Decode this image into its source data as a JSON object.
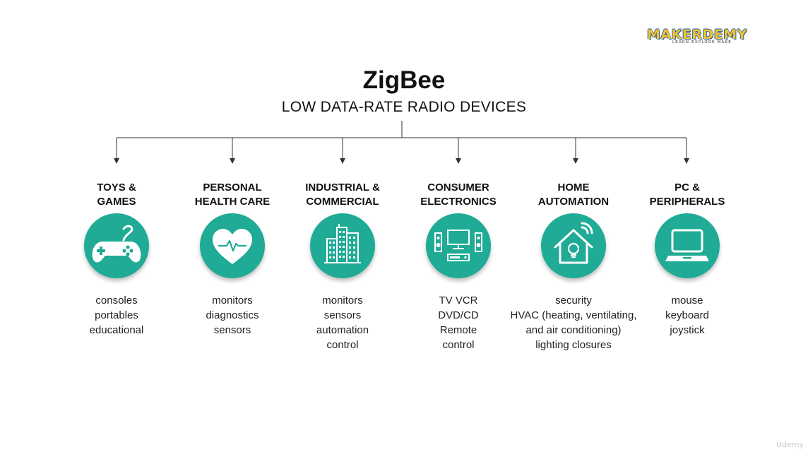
{
  "logo": {
    "name": "MAKERDEMY",
    "tagline": "LEARN EXPLORE MAKE"
  },
  "title": "ZigBee",
  "subtitle": "LOW DATA-RATE RADIO DEVICES",
  "colors": {
    "accent": "#1fab95",
    "text": "#111111",
    "logo_yellow": "#f2c230",
    "logo_blue": "#1d5fa8"
  },
  "categories": [
    {
      "label_lines": [
        "TOYS &",
        "GAMES"
      ],
      "icon": "gamepad-icon",
      "items": [
        "consoles",
        "portables",
        "educational"
      ]
    },
    {
      "label_lines": [
        "PERSONAL",
        "HEALTH CARE"
      ],
      "icon": "heartbeat-icon",
      "items": [
        "monitors",
        "diagnostics",
        "sensors"
      ]
    },
    {
      "label_lines": [
        "INDUSTRIAL &",
        "COMMERCIAL"
      ],
      "icon": "buildings-icon",
      "items": [
        "monitors",
        "sensors",
        "automation",
        "control"
      ]
    },
    {
      "label_lines": [
        "CONSUMER",
        "ELECTRONICS"
      ],
      "icon": "tv-speakers-icon",
      "items": [
        "TV VCR",
        "DVD/CD",
        "Remote",
        "control"
      ]
    },
    {
      "label_lines": [
        "HOME",
        "AUTOMATION"
      ],
      "icon": "smart-home-icon",
      "items": [
        "security",
        "HVAC (heating, ventilating,",
        "and air conditioning)",
        "lighting closures"
      ]
    },
    {
      "label_lines": [
        "PC &",
        "PERIPHERALS"
      ],
      "icon": "laptop-icon",
      "items": [
        "mouse",
        "keyboard",
        "joystick"
      ]
    }
  ],
  "watermark": "Udemy"
}
